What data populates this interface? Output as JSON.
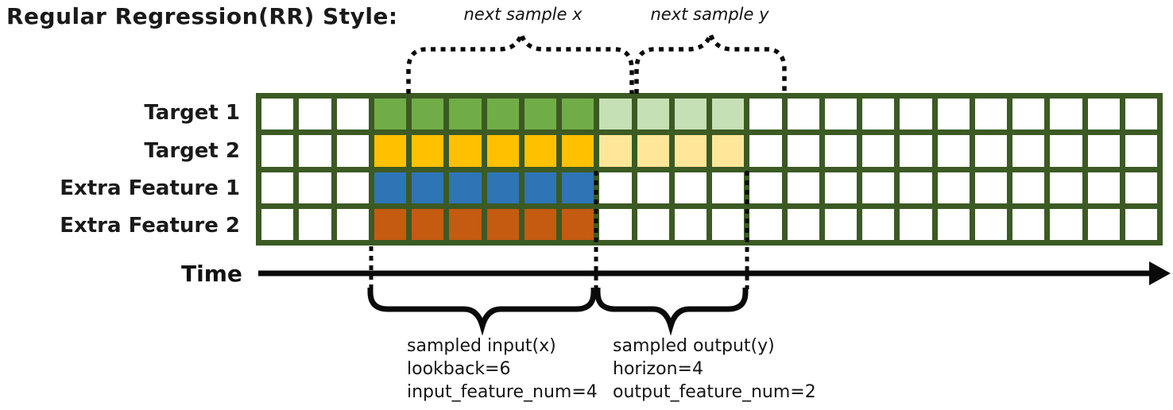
{
  "title": "Regular Regression(RR) Style:",
  "colors": {
    "grid_border": "#3C5A23",
    "cell_fill": "#FFFFFF",
    "line": "#0A0A0A"
  },
  "top_braces": {
    "x_label": "next sample x",
    "y_label": "next sample y"
  },
  "rows": [
    {
      "label": "Target 1",
      "input_color": "#70AD47",
      "output_color": "#C5E0B4"
    },
    {
      "label": "Target 2",
      "input_color": "#FFC000",
      "output_color": "#FFE699"
    },
    {
      "label": "Extra Feature 1",
      "input_color": "#2E75B6",
      "output_color": null
    },
    {
      "label": "Extra Feature 2",
      "input_color": "#C55A11",
      "output_color": null
    }
  ],
  "grid": {
    "columns": 24,
    "row_count": 4,
    "input_start_col": 3,
    "input_end_col": 9,
    "output_start_col": 9,
    "output_end_col": 13
  },
  "time_axis": {
    "label": "Time"
  },
  "annotations": {
    "input": {
      "lines": [
        "sampled input(x)",
        "lookback=6",
        "input_feature_num=4"
      ]
    },
    "output": {
      "lines": [
        "sampled output(y)",
        "horizon=4",
        "output_feature_num=2"
      ]
    }
  }
}
